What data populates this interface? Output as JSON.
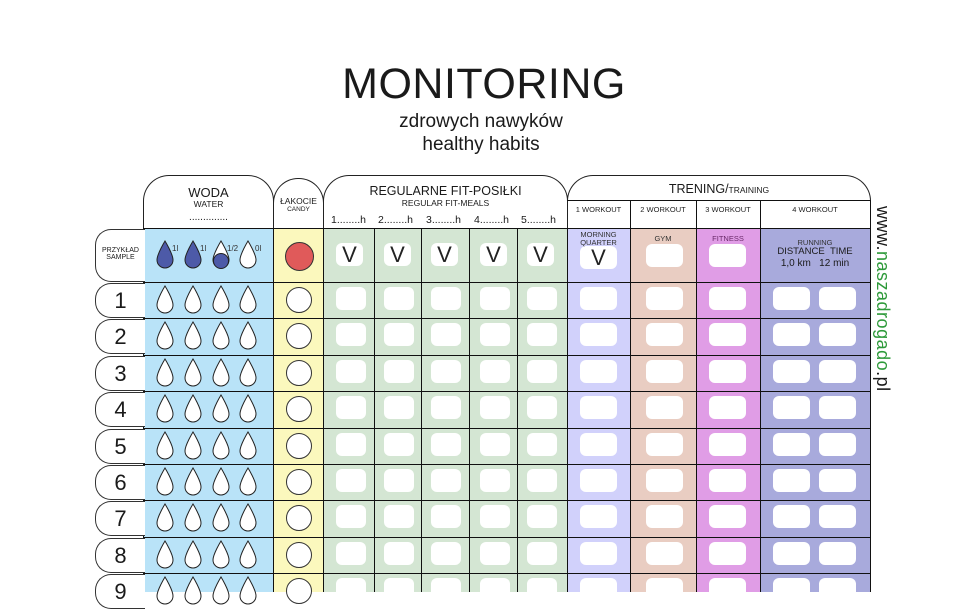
{
  "header": {
    "title": "MONITORING",
    "subtitle_pl": "zdrowych nawyków",
    "subtitle_en": "healthy habits"
  },
  "columns": {
    "water": {
      "label_pl": "WODA",
      "label_en": "WATER",
      "dots": "..............",
      "color": "#b9e3f8"
    },
    "candy": {
      "label_pl": "ŁAKOCIE",
      "label_en": "CANDY",
      "color": "#fbf8bd"
    },
    "meals": {
      "label_pl": "REGULARNE FIT-POSIŁKI",
      "label_en": "REGULAR FIT-MEALS",
      "color": "#d4e6d3",
      "slots": [
        "1........h",
        "2........h",
        "3........h",
        "4........h",
        "5........h"
      ]
    },
    "training": {
      "label_pl": "TRENING/",
      "label_en": "TRAINING",
      "workouts": [
        {
          "label": "1 WORKOUT",
          "sample": "MORNING QUARTER",
          "sample_line1": "MORNING",
          "sample_line2": "QUARTER",
          "color": "#d1d1fb"
        },
        {
          "label": "2 WORKOUT",
          "sample": "GYM",
          "color": "#e9cdc2"
        },
        {
          "label": "3 WORKOUT",
          "sample": "FITNESS",
          "color": "#e09de6"
        },
        {
          "label": "4 WORKOUT",
          "sample": "RUNNING",
          "distance_label": "DISTANCE",
          "time_label": "TIME",
          "distance_value": "1,0 km",
          "time_value": "12 min",
          "color": "#a8aadc"
        }
      ]
    }
  },
  "sample_row": {
    "label_pl": "PRZYKŁAD",
    "label_en": "SAMPLE",
    "water": [
      "1l",
      "1l",
      "1/2",
      "0l"
    ],
    "check_mark": "V"
  },
  "rows": [
    "1",
    "2",
    "3",
    "4",
    "5",
    "6",
    "7",
    "8",
    "9"
  ],
  "website": {
    "prefix": "www.",
    "name": "naszadrogado",
    "suffix": ".pl"
  }
}
